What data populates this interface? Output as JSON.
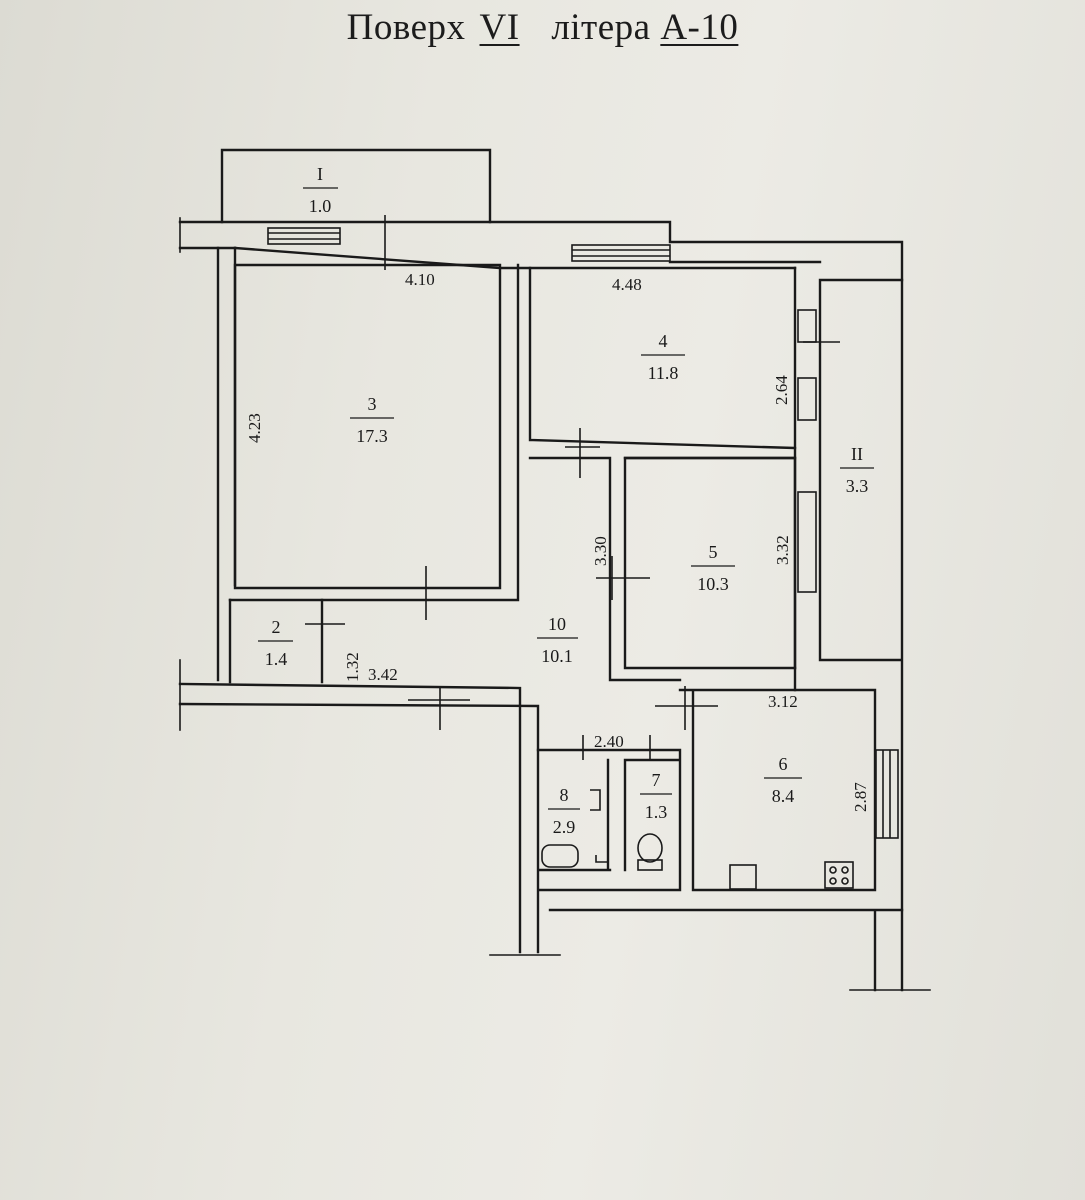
{
  "header": {
    "floor_label": "Поверх",
    "floor_value": "VI",
    "letter_label": "літера",
    "letter_value": "А-10"
  },
  "rooms": [
    {
      "id": "I",
      "area": "1.0"
    },
    {
      "id": "II",
      "area": "3.3"
    },
    {
      "id": "2",
      "area": "1.4"
    },
    {
      "id": "3",
      "area": "17.3"
    },
    {
      "id": "4",
      "area": "11.8"
    },
    {
      "id": "5",
      "area": "10.3"
    },
    {
      "id": "6",
      "area": "8.4"
    },
    {
      "id": "7",
      "area": "1.3"
    },
    {
      "id": "8",
      "area": "2.9"
    },
    {
      "id": "10",
      "area": "10.1"
    }
  ],
  "dimensions": [
    "4.10",
    "4.48",
    "4.23",
    "2.64",
    "3.30",
    "3.32",
    "1.32",
    "3.42",
    "3.12",
    "2.40",
    "2.87"
  ],
  "colors": {
    "ink": "#1a1a1a",
    "paper": "#e8e7e0"
  }
}
